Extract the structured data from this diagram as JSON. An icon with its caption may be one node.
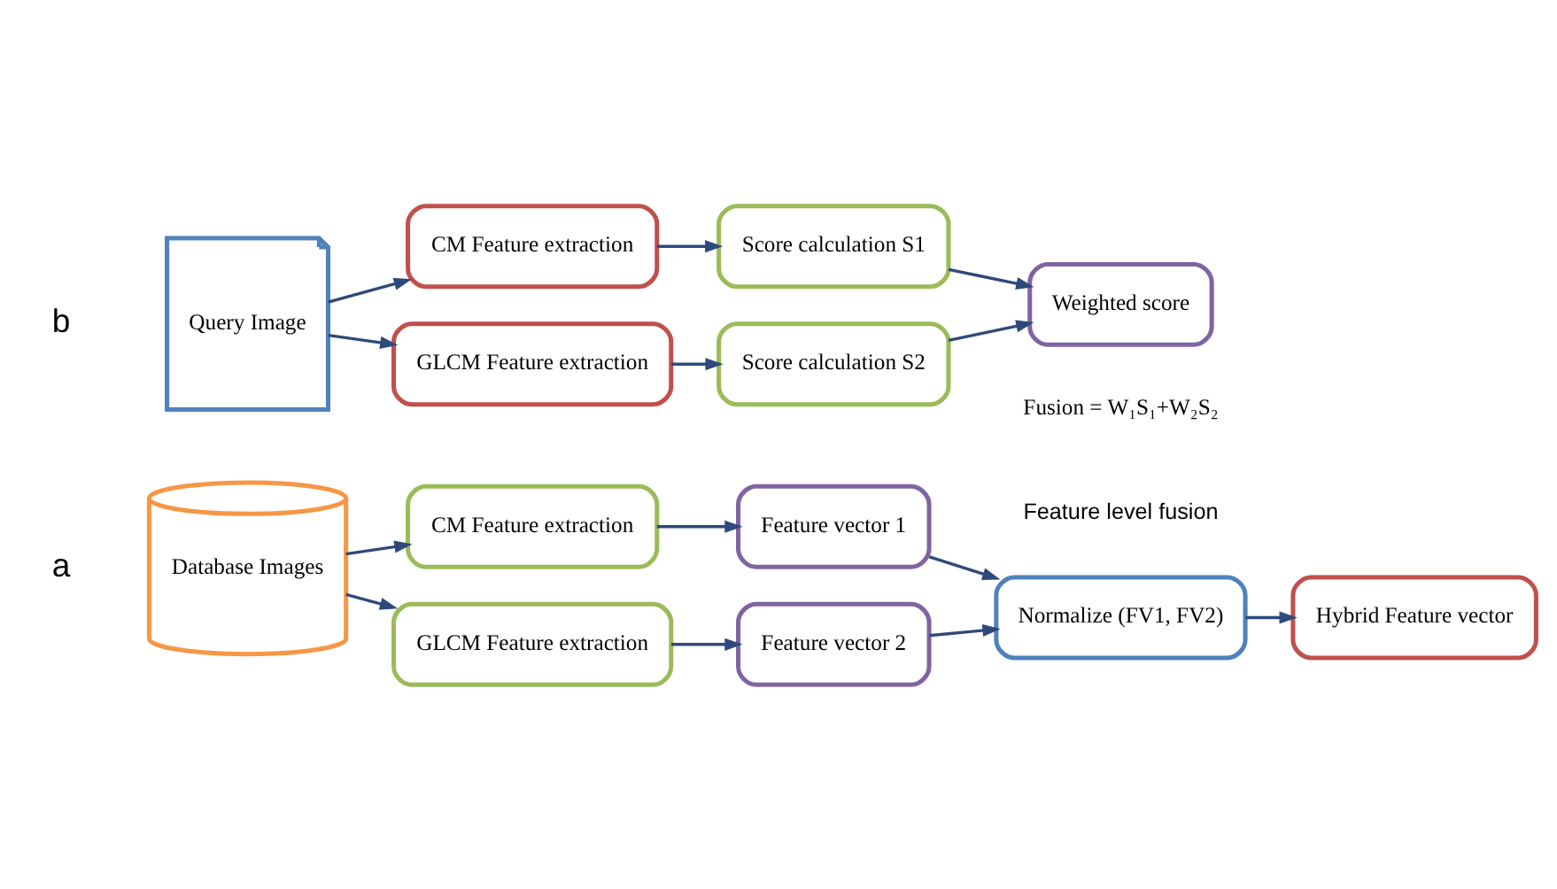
{
  "diagram": {
    "nodes": [
      {
        "text": [
          "Database Images"
        ]
      },
      {
        "text": [
          "CM Feature extraction"
        ]
      },
      {
        "text": [
          "GLCM Feature extraction"
        ]
      },
      {
        "text": [
          "Feature vector 1"
        ]
      },
      {
        "text": [
          "Feature vector 2"
        ]
      },
      {
        "text": [
          "Normalize (FV1, FV2)"
        ]
      },
      {
        "text": [
          "Hybrid Feature vector"
        ]
      },
      {
        "text": [
          "Query Image"
        ]
      },
      {
        "text": [
          "CM Feature extraction"
        ]
      },
      {
        "text": [
          "GLCM Feature extraction"
        ]
      },
      {
        "text": [
          "Score calculation S1"
        ]
      },
      {
        "text": [
          "Score calculation S2"
        ]
      },
      {
        "text": [
          "Weighted score"
        ],
        "beside": [
          "Fusion = W₁S₁+W₂S₂"
        ]
      }
    ],
    "edges": [
      {
        "from": 0,
        "to": 1,
        "arrow": "to"
      },
      {
        "from": 0,
        "to": 2,
        "arrow": "to"
      },
      {
        "from": 1,
        "to": 3,
        "arrow": "to"
      },
      {
        "from": 2,
        "to": 4,
        "arrow": "to"
      },
      {
        "from": 3,
        "to": 5,
        "arrow": "to"
      },
      {
        "from": 4,
        "to": 5,
        "arrow": "to"
      },
      {
        "from": 5,
        "to": 6,
        "arrow": "to"
      },
      {
        "from": 7,
        "to": 8,
        "arrow": "to"
      },
      {
        "from": 7,
        "to": 9,
        "arrow": "to"
      },
      {
        "from": 8,
        "to": 10,
        "arrow": "to"
      },
      {
        "from": 9,
        "to": 11,
        "arrow": "to"
      },
      {
        "from": 10,
        "to": 12,
        "arrow": "to"
      },
      {
        "from": 11,
        "to": 12,
        "arrow": "to"
      }
    ],
    "labels": [
      "a",
      "Feature level fusion",
      "b"
    ]
  }
}
